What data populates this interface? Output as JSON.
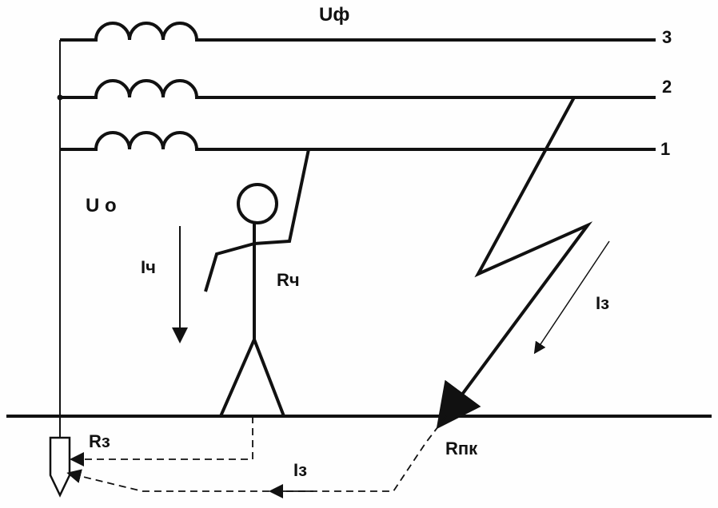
{
  "labels": {
    "phase_voltage": "Uф",
    "neutral_voltage": "U о",
    "line_3": "3",
    "line_2": "2",
    "line_1": "1",
    "body_current": "Iч",
    "body_resistance": "Rч",
    "fault_current_air": "Iз",
    "ground_electrode_resistance": "Rз",
    "contact_point_resistance": "Rпк",
    "fault_current_ground": "Iз"
  },
  "colors": {
    "stroke": "#111111",
    "background": "#fefefe"
  }
}
